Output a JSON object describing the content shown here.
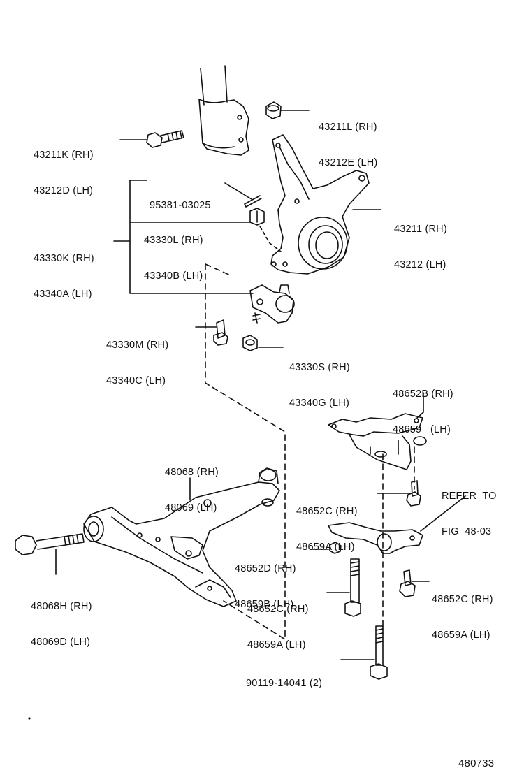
{
  "parts": {
    "p43211L": [
      "43211L (RH)",
      "43212E (LH)"
    ],
    "p43211K": [
      "43211K (RH)",
      "43212D (LH)"
    ],
    "p95381": [
      "95381-03025"
    ],
    "p43211": [
      "43211 (RH)",
      "43212 (LH)"
    ],
    "p43330L": [
      "43330L (RH)",
      "43340B (LH)"
    ],
    "p43330K": [
      "43330K (RH)",
      "43340A (LH)"
    ],
    "p43330M": [
      "43330M (RH)",
      "43340C (LH)"
    ],
    "p43330S": [
      "43330S (RH)",
      "43340G (LH)"
    ],
    "p48652B": [
      "48652B (RH)",
      "48659   (LH)"
    ],
    "p48068": [
      "48068 (RH)",
      "48069 (LH)"
    ],
    "p48652C_a": [
      "48652C (RH)",
      "48659A (LH)"
    ],
    "pRefer": [
      "REFER  TO",
      "FIG  48-03"
    ],
    "p48652D": [
      "48652D (RH)",
      "48659B (LH)"
    ],
    "p48068H": [
      "48068H (RH)",
      "48069D (LH)"
    ],
    "p48652C_b": [
      "48652C (RH)",
      "48659A (LH)"
    ],
    "p48652C_c": [
      "48652C (RH)",
      "48659A (LH)"
    ],
    "p90119": [
      "90119-14041 (2)"
    ]
  },
  "figure_id": "480733",
  "colors": {
    "ink": "#111111",
    "background": "#ffffff"
  }
}
